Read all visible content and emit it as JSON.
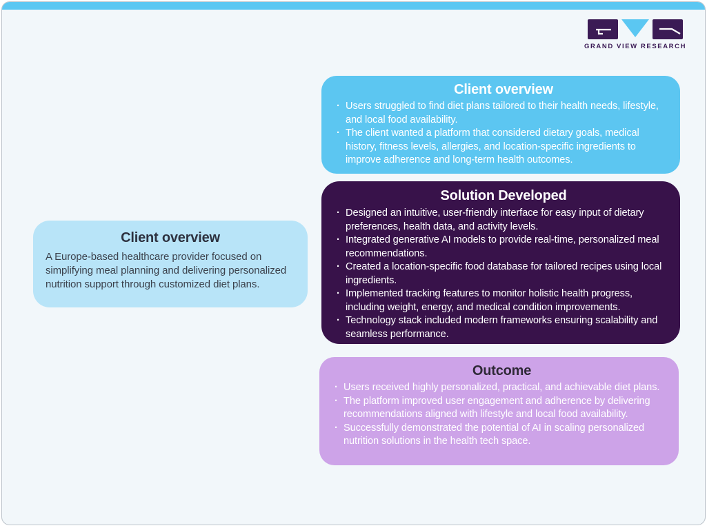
{
  "logo": {
    "brand": "GRAND VIEW RESEARCH",
    "colors": {
      "dark_purple": "#3b1b55",
      "light_blue": "#5bc7f2"
    }
  },
  "theme": {
    "top_strip": "#5bc7f2",
    "page_bg": "#f2f7fa",
    "border": "#bcc3ca",
    "card_left_bg": "#b8e4f8",
    "card_client_bg": "#5cc6f1",
    "card_solution_bg": "#38124a",
    "card_outcome_bg": "#cda3e8"
  },
  "cards": {
    "client_left": {
      "title": "Client overview",
      "body": "A Europe-based healthcare provider focused on simplifying meal planning and delivering personalized nutrition support through customized diet plans."
    },
    "client_right": {
      "title": "Client overview",
      "bullets": [
        "Users struggled to find diet plans tailored to their health needs, lifestyle, and local food availability.",
        "The client wanted a platform that considered dietary goals, medical history, fitness levels, allergies, and location-specific ingredients to improve adherence and long-term health outcomes."
      ]
    },
    "solution": {
      "title": "Solution Developed",
      "bullets": [
        "Designed an intuitive, user-friendly interface for easy input of dietary preferences, health data, and activity levels.",
        "Integrated generative AI models to provide real-time, personalized meal recommendations.",
        "Created a location-specific food database for tailored recipes using local ingredients.",
        "Implemented tracking features to monitor holistic health progress, including weight, energy, and medical condition improvements.",
        "Technology stack included modern frameworks ensuring scalability and seamless performance."
      ]
    },
    "outcome": {
      "title": "Outcome",
      "bullets": [
        "Users received highly personalized, practical, and achievable diet plans.",
        "The platform improved user engagement and adherence by delivering recommendations aligned with lifestyle and local food availability.",
        "Successfully demonstrated the potential of AI in scaling personalized nutrition solutions in the health tech space."
      ]
    }
  }
}
